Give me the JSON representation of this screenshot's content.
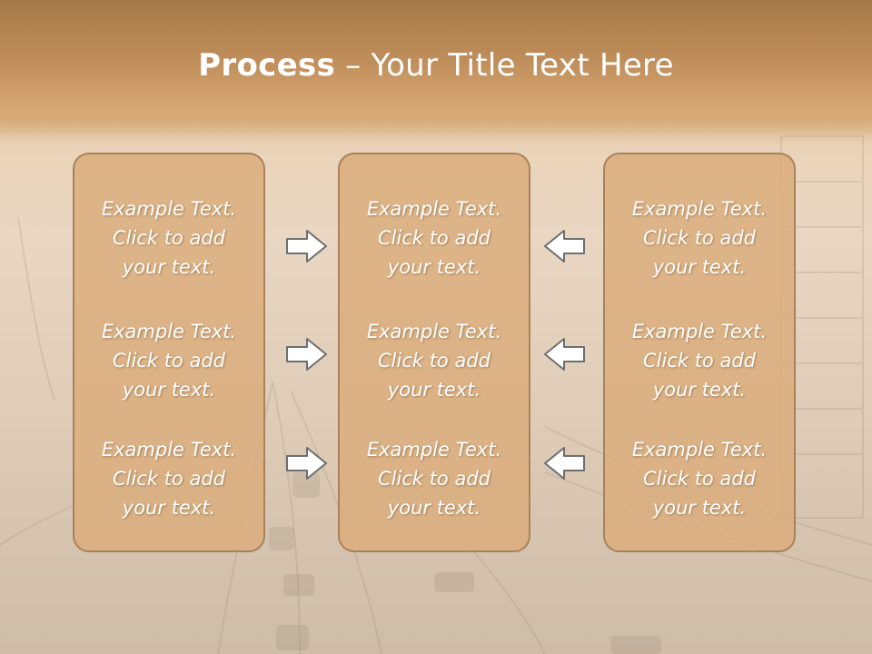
{
  "title": {
    "bold": "Process",
    "rest": " – Your Title Text Here"
  },
  "columns": [
    {
      "items": [
        {
          "l1": "Example Text.",
          "l2": "Click  to add",
          "l3": "your text."
        },
        {
          "l1": "Example Text.",
          "l2": "Click  to add",
          "l3": "your text."
        },
        {
          "l1": "Example Text.",
          "l2": "Click  to add",
          "l3": "your text."
        }
      ]
    },
    {
      "items": [
        {
          "l1": "Example Text.",
          "l2": "Click  to add",
          "l3": "your text."
        },
        {
          "l1": "Example Text.",
          "l2": "Click  to add",
          "l3": "your text."
        },
        {
          "l1": "Example Text.",
          "l2": "Click  to add",
          "l3": "your text."
        }
      ]
    },
    {
      "items": [
        {
          "l1": "Example Text.",
          "l2": "Click  to add",
          "l3": "your text."
        },
        {
          "l1": "Example Text.",
          "l2": "Click  to add",
          "l3": "your text."
        },
        {
          "l1": "Example Text.",
          "l2": "Click  to add",
          "l3": "your text."
        }
      ]
    }
  ],
  "arrows": {
    "left_group": "right-arrow-icon",
    "right_group": "left-arrow-icon"
  },
  "colors": {
    "title_band": "#c08e5a",
    "panel_fill": "#dbac7a",
    "panel_border": "#a9825a",
    "arrow_fill": "#ffffff",
    "arrow_stroke": "#6e6e6e"
  }
}
